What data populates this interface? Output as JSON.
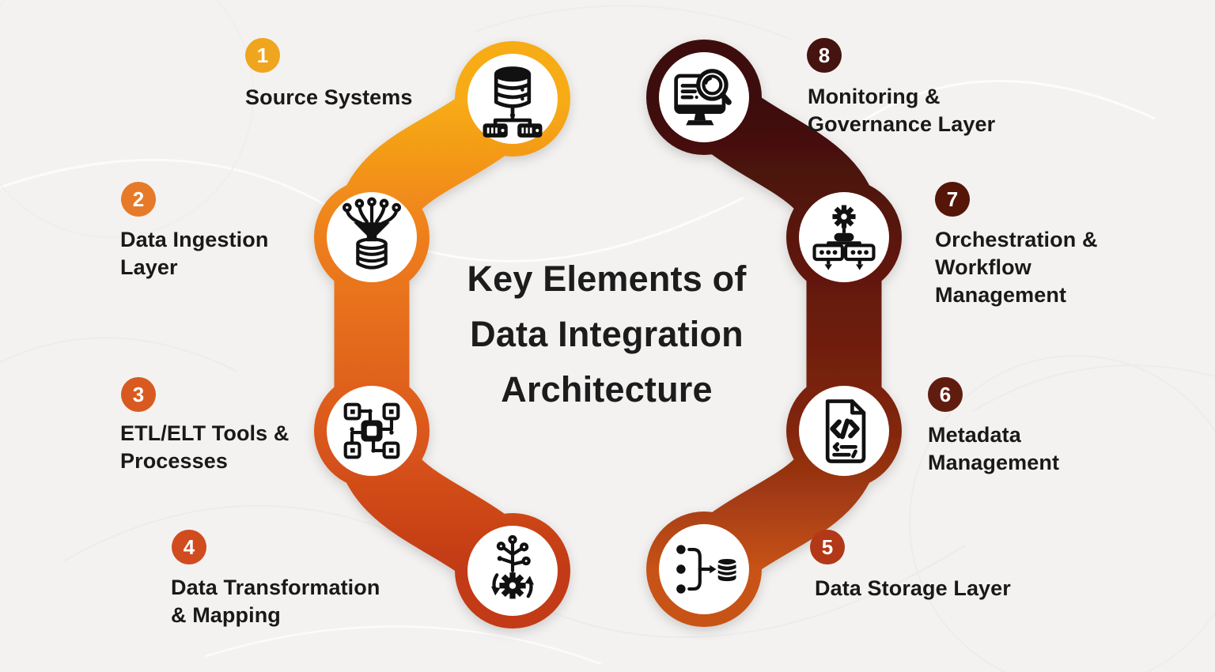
{
  "title": "Key Elements of\nData Integration\nArchitecture",
  "items": [
    {
      "number": "1",
      "label": "Source Systems",
      "badge_color": "#F0A51E",
      "icon": "database-network-icon"
    },
    {
      "number": "2",
      "label": "Data Ingestion\nLayer",
      "badge_color": "#E67A28",
      "icon": "funnel-database-icon"
    },
    {
      "number": "3",
      "label": "ETL/ELT Tools &\nProcesses",
      "badge_color": "#D95A20",
      "icon": "chip-network-icon"
    },
    {
      "number": "4",
      "label": "Data Transformation\n& Mapping",
      "badge_color": "#D04B1E",
      "icon": "gear-sync-branch-icon"
    },
    {
      "number": "5",
      "label": "Data Storage Layer",
      "badge_color": "#B23817",
      "icon": "data-to-database-icon"
    },
    {
      "number": "6",
      "label": "Metadata\nManagement",
      "badge_color": "#611C10",
      "icon": "code-file-icon"
    },
    {
      "number": "7",
      "label": "Orchestration &\nWorkflow\nManagement",
      "badge_color": "#551509",
      "icon": "gear-flowchart-icon"
    },
    {
      "number": "8",
      "label": "Monitoring &\nGovernance Layer",
      "badge_color": "#451310",
      "icon": "monitor-magnifier-icon"
    }
  ],
  "colors": {
    "background": "#F3F2F1",
    "text": "#1C1C1C",
    "node_inner": "#FFFFFF",
    "icon": "#111111",
    "badge_number": "#FFFFFF",
    "left_chain": [
      "#F7AC16",
      "#EE7E1C",
      "#DB581D",
      "#C23A12"
    ],
    "right_chain": [
      "#3D0F09",
      "#5A150A",
      "#82260F",
      "#C85316"
    ]
  }
}
